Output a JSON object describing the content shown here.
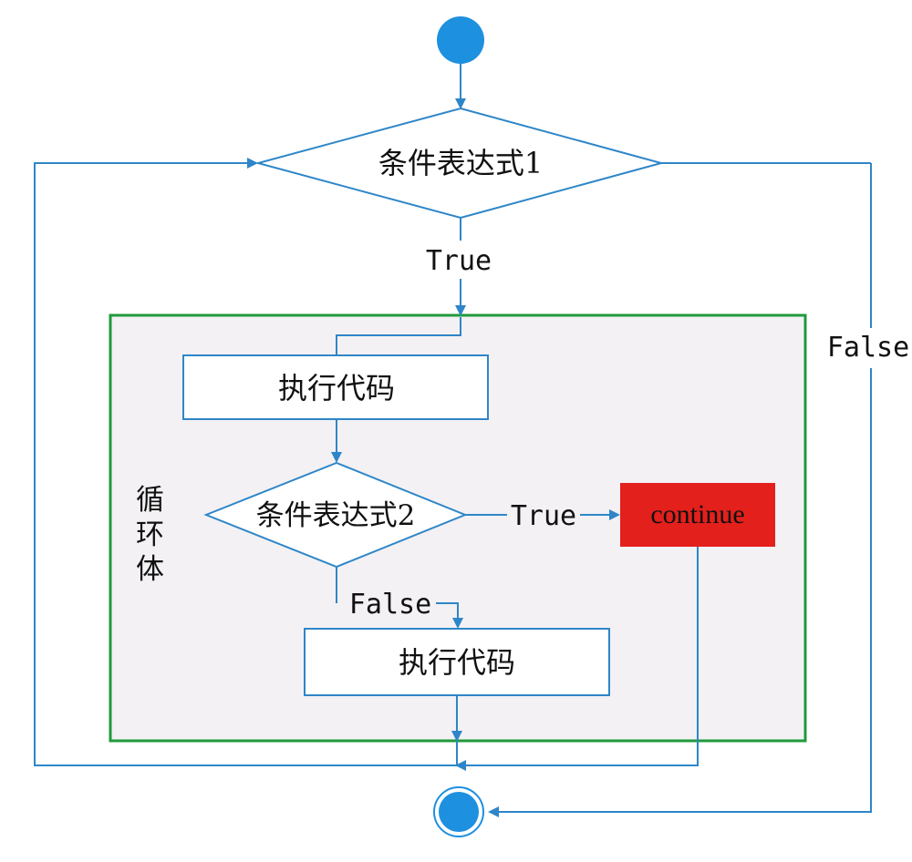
{
  "diagram": {
    "condition1": "条件表达式1",
    "condition2": "条件表达式2",
    "exec_code_1": "执行代码",
    "exec_code_2": "执行代码",
    "continue_label": "continue",
    "loop_body_label": "循环体",
    "true_label_1": "True",
    "true_label_2": "True",
    "false_label_1": "False",
    "false_label_2": "False"
  },
  "colors": {
    "line": "#2e86c8",
    "node_fill": "#1e90e0",
    "loop_border": "#1f9a3c",
    "loop_fill": "#f3f1f4",
    "continue_fill": "#e4201c"
  }
}
